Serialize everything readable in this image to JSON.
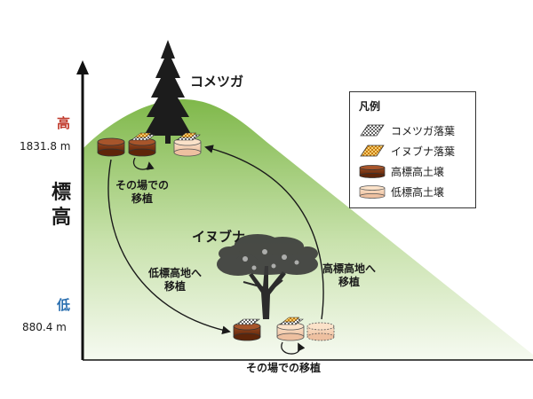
{
  "species": {
    "hemlock": "コメツガ",
    "fir": "イヌブナ"
  },
  "axis": {
    "high": "高",
    "low": "低",
    "label_top": "標",
    "label_bottom": "高",
    "high_elevation": "1831.8 m",
    "low_elevation": "880.4 m"
  },
  "arrows": {
    "in_place_high_line1": "その場での",
    "in_place_high_line2": "移植",
    "to_low_line1": "低標高地へ",
    "to_low_line2": "移植",
    "to_high_line1": "高標高地へ",
    "to_high_line2": "移植",
    "in_place_low": "その場での移植"
  },
  "legend": {
    "title": "凡例",
    "items": [
      {
        "label": "コメツガ落葉",
        "swatch": "hemlock-litter",
        "color": "#ffffff"
      },
      {
        "label": "イヌブナ落葉",
        "swatch": "fir-litter",
        "color": "#e6a52a"
      },
      {
        "label": "高標高土壌",
        "swatch": "high-soil",
        "color": "#7b3514"
      },
      {
        "label": "低標高土壌",
        "swatch": "low-soil",
        "color": "#f3cfae"
      }
    ]
  },
  "colors": {
    "axis_high": "#c0392b",
    "axis_low": "#2a6fb0",
    "mountain_top": "#7fb84a",
    "mountain_bottom": "#f4f9ee",
    "high_soil": "#7b3514",
    "low_soil": "#f3cfae"
  }
}
